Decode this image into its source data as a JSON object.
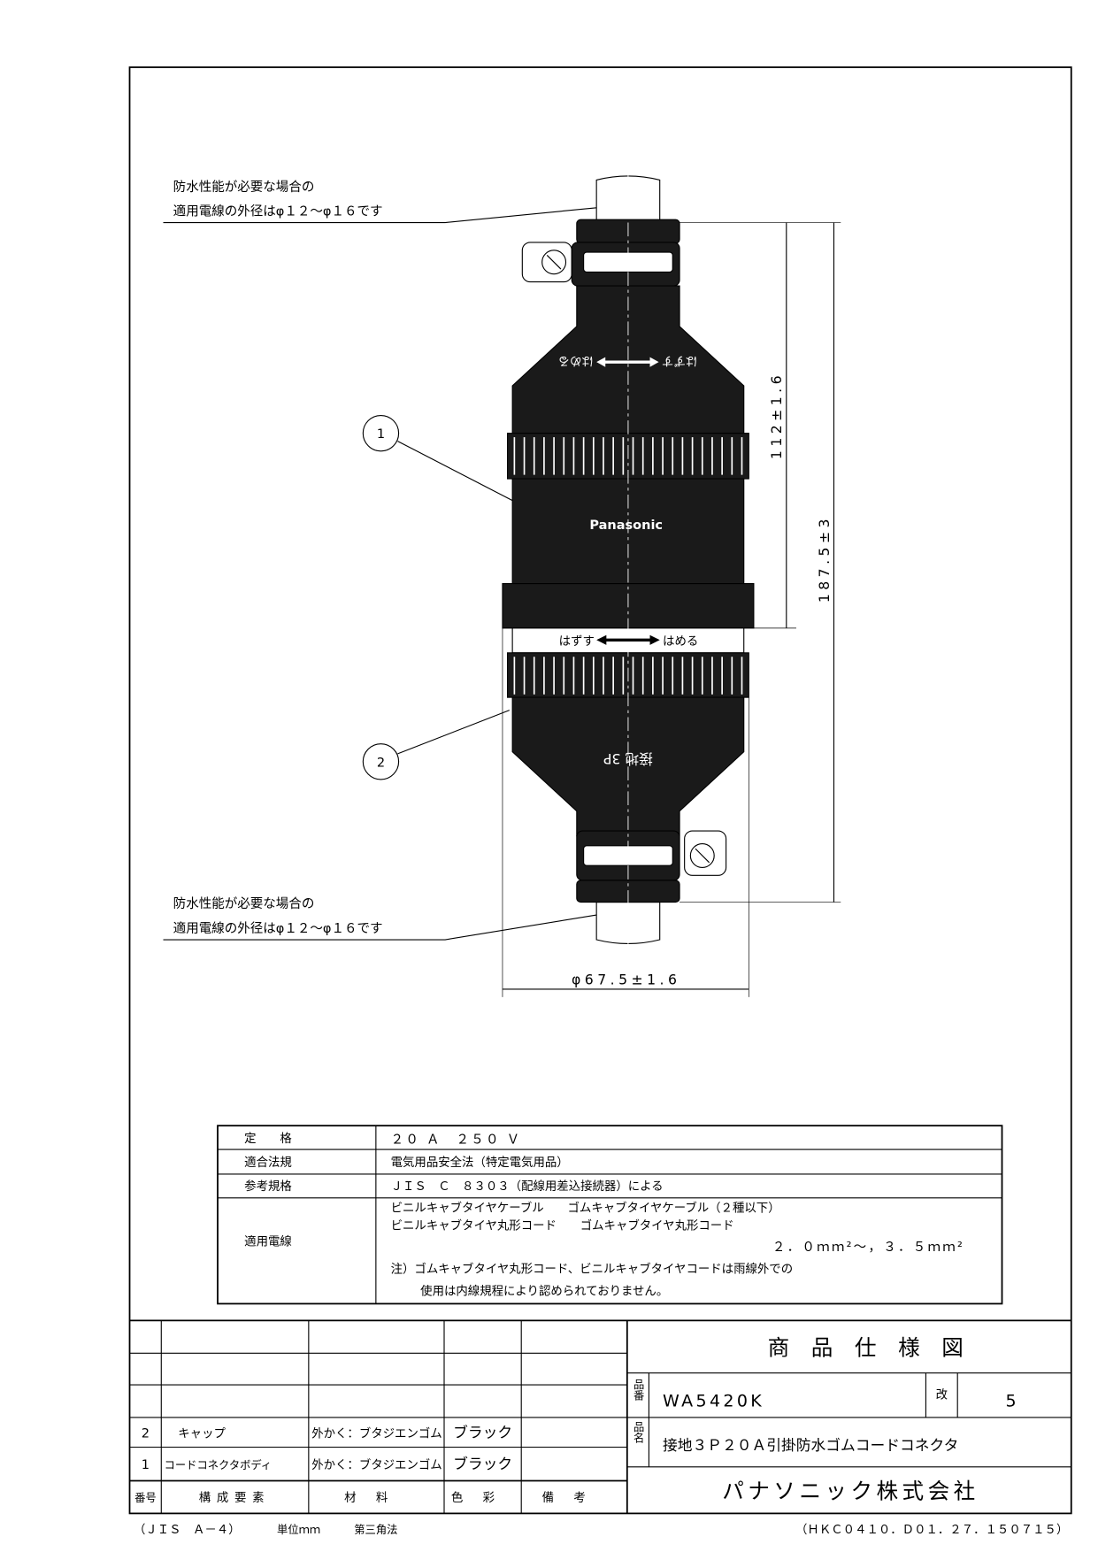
{
  "notes": {
    "top": {
      "line1": "防水性能が必要な場合の",
      "line2": "適用電線の外径はφ１２～φ１６です"
    },
    "bottom": {
      "line1": "防水性能が必要な場合の",
      "line2": "適用電線の外径はφ１２～φ１６です"
    }
  },
  "drawing": {
    "brand": "Panasonic",
    "upper_label_left": "はずす",
    "upper_label_right": "はめる",
    "lower_label_left": "はずす",
    "lower_label_right": "はめる",
    "marking": "接地 3P",
    "balloons": [
      "1",
      "2"
    ],
    "dim_height_short": "112±1.6",
    "dim_height_total": "187.5±3",
    "dim_diameter": "φ67.5±1.6"
  },
  "spec_table": {
    "rows": [
      {
        "label": "定　　格",
        "value": "２０ Ａ　２５０ Ｖ"
      },
      {
        "label": "適合法規",
        "value": "電気用品安全法（特定電気用品）"
      },
      {
        "label": "参考規格",
        "value": "ＪＩＳ　Ｃ　８３０３（配線用差込接続器）による"
      }
    ],
    "wire": {
      "label": "適用電線",
      "lines": [
        "ビニルキャブタイヤケーブル　　ゴムキャブタイヤケーブル（２種以下）",
        "ビニルキャブタイヤ丸形コード　　ゴムキャブタイヤ丸形コード",
        "２．０ｍｍ²～，３．５ｍｍ²",
        "注）ゴムキャブタイヤ丸形コード、ビニルキャブタイヤコードは雨線外での",
        "使用は内線規程により認められておりません。"
      ]
    }
  },
  "parts_table": {
    "headers": [
      "番号",
      "構成要素",
      "材料",
      "色彩",
      "備考"
    ],
    "rows": [
      {
        "no": "2",
        "name": "キャップ",
        "material": "外かく：ブタジエンゴム",
        "color": "ブラック",
        "note": ""
      },
      {
        "no": "1",
        "name": "コードコネクタボディ",
        "material": "外かく：ブタジエンゴム",
        "color": "ブラック",
        "note": ""
      }
    ]
  },
  "title_block": {
    "title": "商　品　仕　様　図",
    "part_no_label": "品番",
    "part_no": "WA5420K",
    "rev_label": "改",
    "rev": "5",
    "name_label": "品名",
    "name": "接地３Ｐ２０Ａ引掛防水ゴムコードコネクタ",
    "company": "パナソニック株式会社"
  },
  "footer": {
    "size": "（ＪＩＳ　Ａ－４）",
    "unit": "単位ｍｍ",
    "projection": "第三角法",
    "code": "（ＨＫＣ０４１０．Ｄ０１．２７．１５０７１５）"
  }
}
